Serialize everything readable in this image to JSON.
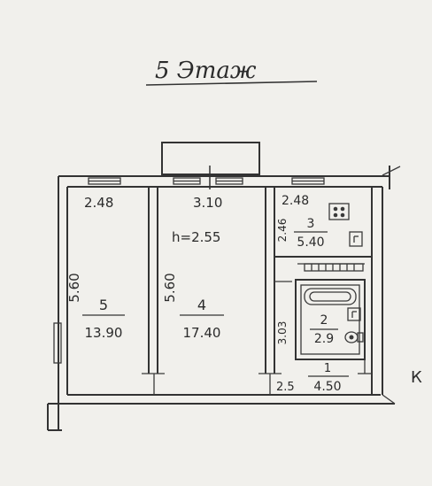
{
  "floor_title": "5 Этаж",
  "ceiling_height": "h=2.55",
  "edge_mark": "К",
  "rooms": [
    {
      "number": "5",
      "area": "13.90",
      "width": "2.48",
      "length": "5.60"
    },
    {
      "number": "4",
      "area": "17.40",
      "width": "3.10",
      "length": "5.60"
    },
    {
      "number": "3",
      "area": "5.40",
      "width": "2.48",
      "length": "2.46"
    },
    {
      "number": "2",
      "area": "2.9",
      "length": "3.03"
    },
    {
      "number": "1",
      "area": "4.50",
      "width": "2.5"
    }
  ],
  "colors": {
    "background": "#f1f0ec",
    "ink": "#333333"
  }
}
